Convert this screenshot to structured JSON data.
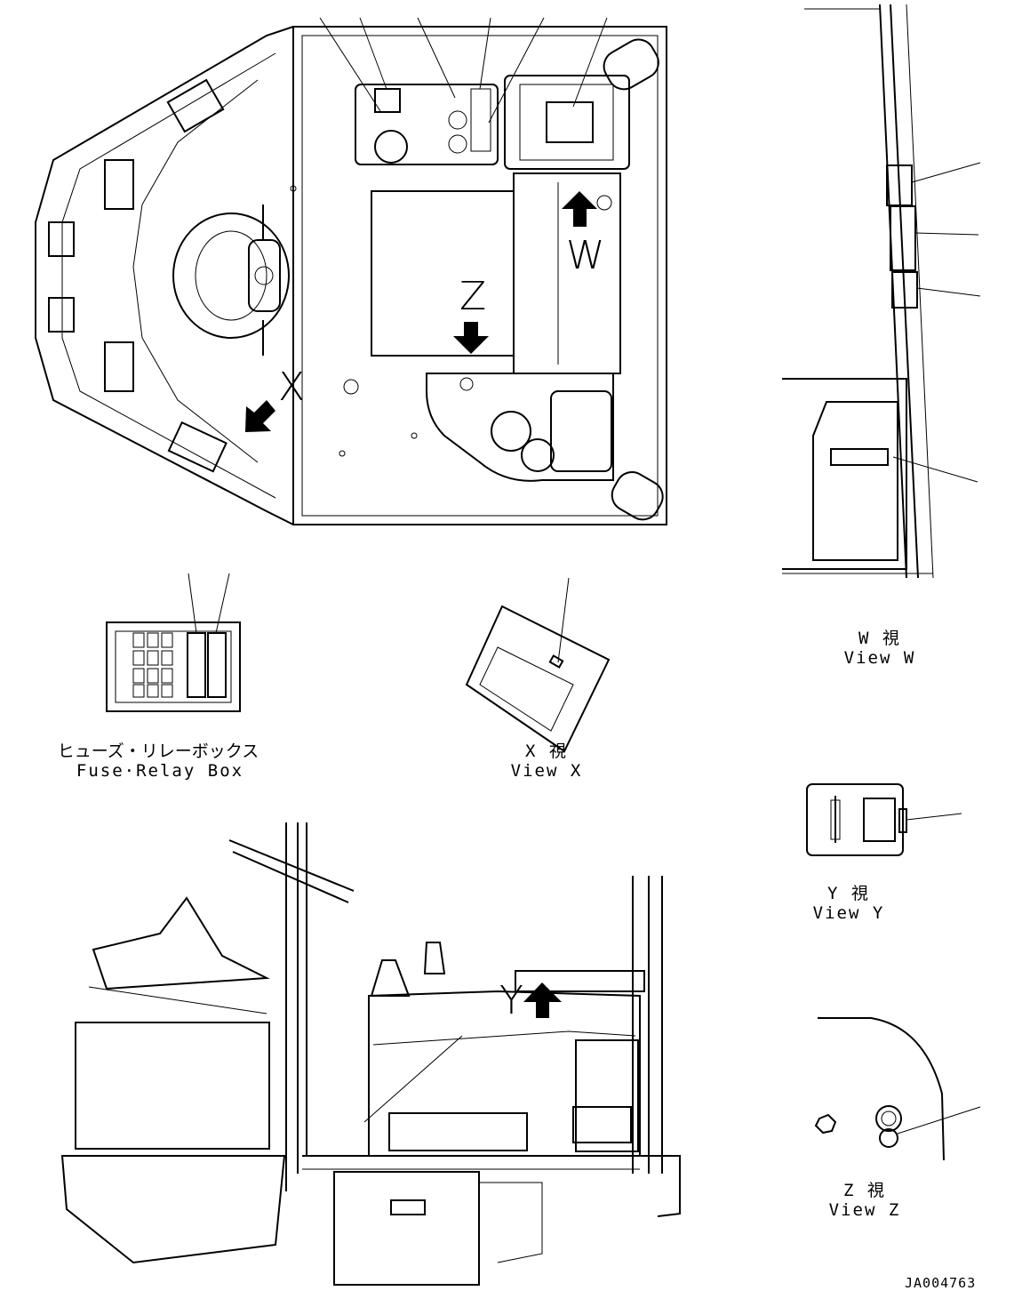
{
  "views": {
    "w": {
      "jp": "W  視",
      "en": "View W"
    },
    "x": {
      "jp": "X  視",
      "en": "View X"
    },
    "y": {
      "jp": "Y  視",
      "en": "View Y"
    },
    "z": {
      "jp": "Z  視",
      "en": "View Z"
    },
    "fuse": {
      "jp": "ヒューズ・リレーボックス",
      "en": "Fuse·Relay Box"
    }
  },
  "arrows": {
    "w": "W",
    "x": "X",
    "y": "Y",
    "z": "Z"
  },
  "drawing_code": "JA004763"
}
